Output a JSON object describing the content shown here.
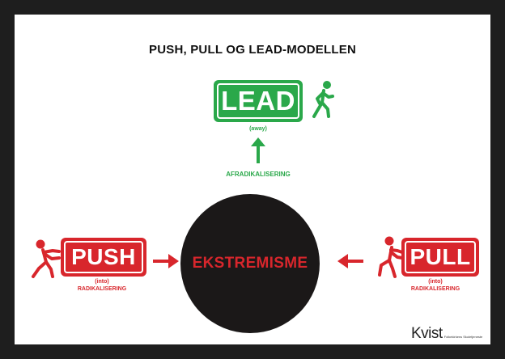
{
  "title": "PUSH, PULL OG LEAD-MODELLEN",
  "lead": {
    "label": "LEAD",
    "sub": "(away)",
    "process": "AFRADIKALISERING"
  },
  "push": {
    "label": "PUSH",
    "sub": "(into)",
    "process": "RADIKALISERING"
  },
  "pull": {
    "label": "PULL",
    "sub": "(into)",
    "process": "RADIKALISERING"
  },
  "center": {
    "label": "EKSTREMISME"
  },
  "logo": {
    "wordmark": "Kvist",
    "tagline": "Folkekirkens Skoletjeneste"
  },
  "colors": {
    "green": "#2aa84a",
    "red": "#d8262c",
    "circle": "#1b1818",
    "frame": "#1e1e1e"
  },
  "icons": {
    "lead_figure": "walking-person-icon",
    "push_figure": "pushing-person-icon",
    "pull_figure": "pulling-person-icon"
  }
}
